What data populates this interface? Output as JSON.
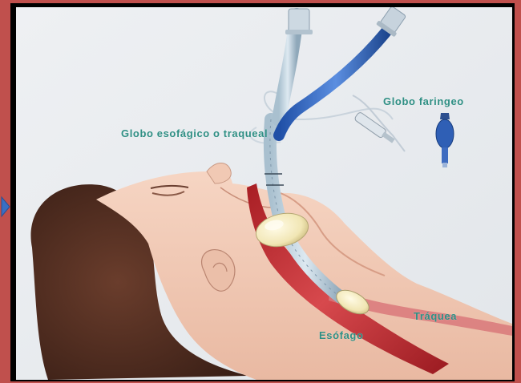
{
  "colors": {
    "slide_background": "#c0504d",
    "frame_border": "#000000",
    "label_text": "#2f8f84",
    "nav_arrow": "#3a6fc4"
  },
  "icons": {
    "nav": "chevron-right-icon"
  },
  "illustration": {
    "subject": "combitube-airway-diagram",
    "labels": {
      "pharyngeal_cuff": "Globo faringeo",
      "esophageal_tracheal_cuff": "Globo esofágico o traqueal",
      "trachea": "Tráquea",
      "esophagus": "Esófago"
    }
  }
}
